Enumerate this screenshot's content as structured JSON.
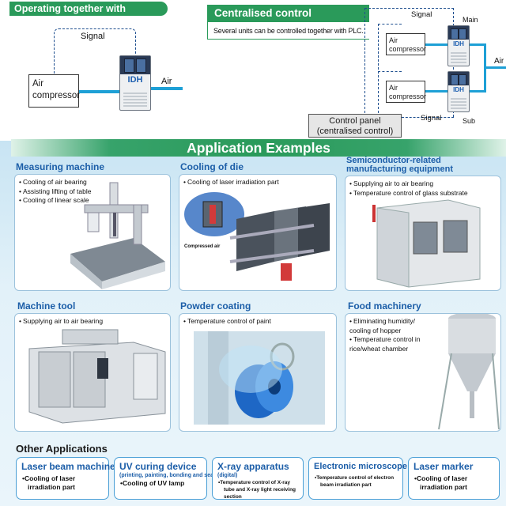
{
  "top_left": {
    "title": "Operating together with compressor",
    "compressor_label": "Air\ncompressor",
    "signal_label": "Signal",
    "air_label": "Air",
    "unit_logo": "IDH"
  },
  "centralised": {
    "title": "Centralised control",
    "description": "Several units can be controlled together with PLC.",
    "signal_label_top": "Signal",
    "signal_label_bottom": "Signal",
    "main_label": "Main",
    "sub_label": "Sub",
    "air_label": "Air",
    "compressor_label_1": "Air\ncompressor",
    "compressor_label_2": "Air\ncompressor",
    "panel_label": "Control panel\n(centralised control)",
    "unit_logo": "IDH"
  },
  "applications": {
    "band_title": "Application Examples",
    "items": [
      {
        "title": "Measuring machine",
        "bullets": [
          "Cooling of air bearing",
          "Assisting lifting of table",
          "Cooling of linear scale"
        ]
      },
      {
        "title": "Cooling of die",
        "bullets": [
          "Cooling of laser irradiation part"
        ],
        "note": "Compressed air"
      },
      {
        "title": "Semiconductor-related\nmanufacturing equipment",
        "bullets": [
          "Supplying air to air bearing",
          "Temperature control of glass substrate"
        ]
      },
      {
        "title": "Machine tool",
        "bullets": [
          "Supplying air to air bearing"
        ]
      },
      {
        "title": "Powder coating",
        "bullets": [
          "Temperature control of paint"
        ]
      },
      {
        "title": "Food machinery",
        "bullets": [
          "Eliminating humidity/\ncooling of hopper",
          "Temperature control in\nrice/wheat chamber"
        ]
      }
    ]
  },
  "other": {
    "title": "Other Applications",
    "items": [
      {
        "title": "Laser beam machine",
        "subtitle": "",
        "bullets": [
          "Cooling of laser irradiation part"
        ]
      },
      {
        "title": "UV curing device",
        "subtitle": "(printing, painting, bonding and sealing)",
        "bullets": [
          "Cooling of UV lamp"
        ]
      },
      {
        "title": "X-ray apparatus",
        "title_small": "(digital)",
        "subtitle": "",
        "bullets": [
          "Temperature control of X-ray tube and X-ray light receiving section"
        ]
      },
      {
        "title": "Electronic microscope",
        "subtitle": "",
        "bullets": [
          "Temperature control of electron beam irradiation part"
        ]
      },
      {
        "title": "Laser marker",
        "subtitle": "",
        "bullets": [
          "Cooling of laser irradiation part"
        ]
      }
    ]
  },
  "colors": {
    "green": "#2a9a5a",
    "blue_title": "#1c5ea8",
    "pipe": "#1ea0d6",
    "signal": "#1f4f8f"
  }
}
